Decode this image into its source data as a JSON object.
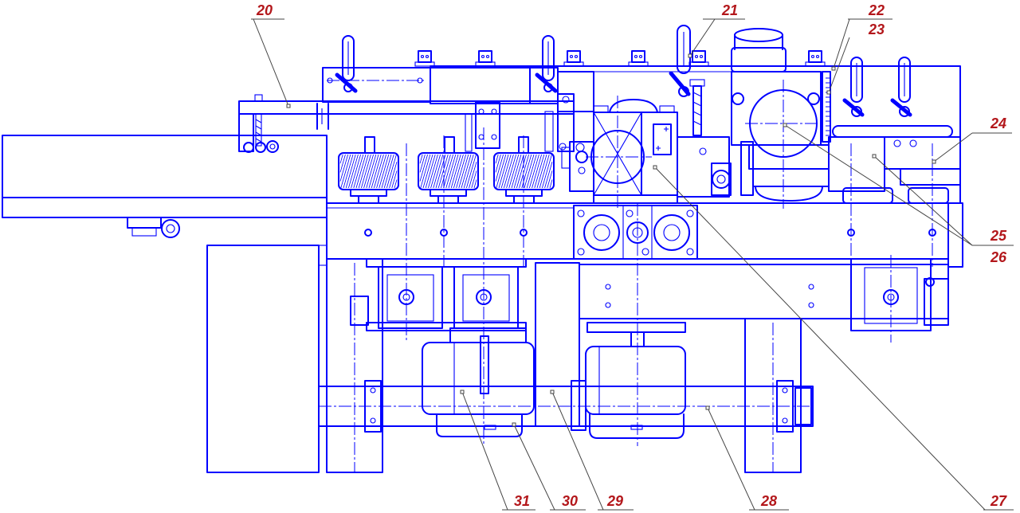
{
  "drawing": {
    "line_color": "#0000ff",
    "label_color": "#b3171b",
    "leader_color": "#444444",
    "background": "#ffffff"
  },
  "callouts": [
    {
      "label": "20"
    },
    {
      "label": "21"
    },
    {
      "label": "22"
    },
    {
      "label": "23"
    },
    {
      "label": "24"
    },
    {
      "label": "25"
    },
    {
      "label": "26"
    },
    {
      "label": "27"
    },
    {
      "label": "28"
    },
    {
      "label": "29"
    },
    {
      "label": "30"
    },
    {
      "label": "31"
    }
  ]
}
